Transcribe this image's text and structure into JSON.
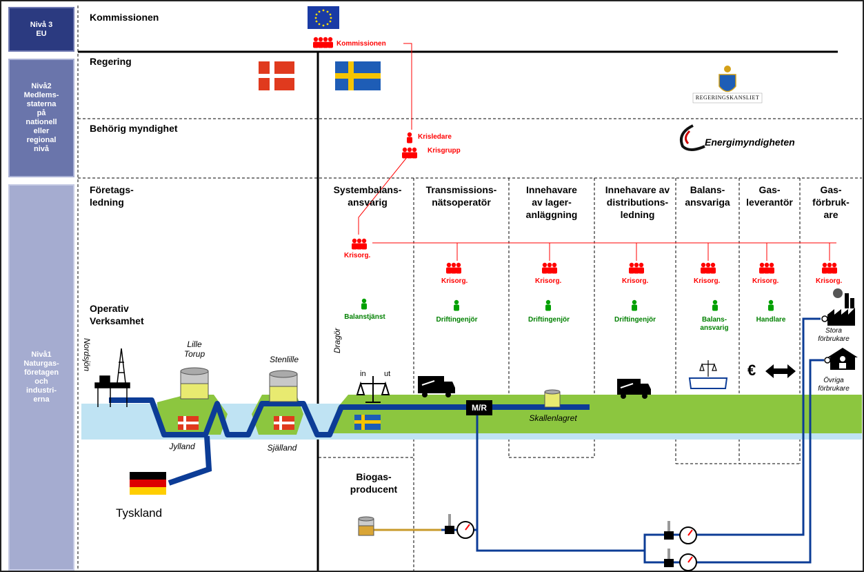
{
  "levels": {
    "level3": "Nivå 3\nEU",
    "level2": "Nivå2\nMedlems-\nstaterna\npå\nnationell\neller\nregional\nnivå",
    "level1": "Nivå1\nNaturgas-\nföretagen\noch\nindustri-\nerna"
  },
  "rows": {
    "commission": "Kommissionen",
    "government": "Regering",
    "authority": "Behörig myndighet",
    "management": "Företags-\nledning",
    "operations": "Operativ\nVerksamhet"
  },
  "columns": [
    "Systembalans-\nansvarig",
    "Transmissions-\nnätsoperatör",
    "Innehavare\nav lager-\nanläggning",
    "Innehavare av\ndistributions-\nledning",
    "Balans-\nansvariga",
    "Gas-\nleverantör",
    "Gas-\nförbruk-\nare"
  ],
  "crisis": {
    "commission": "Kommissionen",
    "leader": "Krisledare",
    "group": "Krisgrupp",
    "org": "Krisorg."
  },
  "roles": {
    "balance_service": "Balanstjänst",
    "operations_engineer": "Driftingenjör",
    "balance_responsible": "Balans-\nansvarig",
    "trader": "Handlare"
  },
  "logos": {
    "government_office": "REGERINGSKANSLIET",
    "energy_agency": "Energimyndigheten"
  },
  "places": {
    "north_sea": "Nordsjön",
    "lille_torup": "Lille\nTorup",
    "stenlille": "Stenlille",
    "jutland": "Jylland",
    "zealand": "Själland",
    "drago": "Dragör",
    "skallen": "Skallenlagret",
    "germany": "Tyskland"
  },
  "misc": {
    "in": "in",
    "out": "ut",
    "meter_regulator": "M/R",
    "biogas": "Biogas-\nproducent",
    "large_consumers": "Stora\nförbrukare",
    "other_consumers": "Övriga\nförbrukare",
    "euro": "€"
  },
  "colors": {
    "crisis_red": "#ff0000",
    "role_green": "#008000",
    "pipe_blue": "#0c3c96",
    "land_green": "#8cc63f",
    "sea_blue": "#bfe3f3",
    "level_dark": "#2b3a80"
  }
}
